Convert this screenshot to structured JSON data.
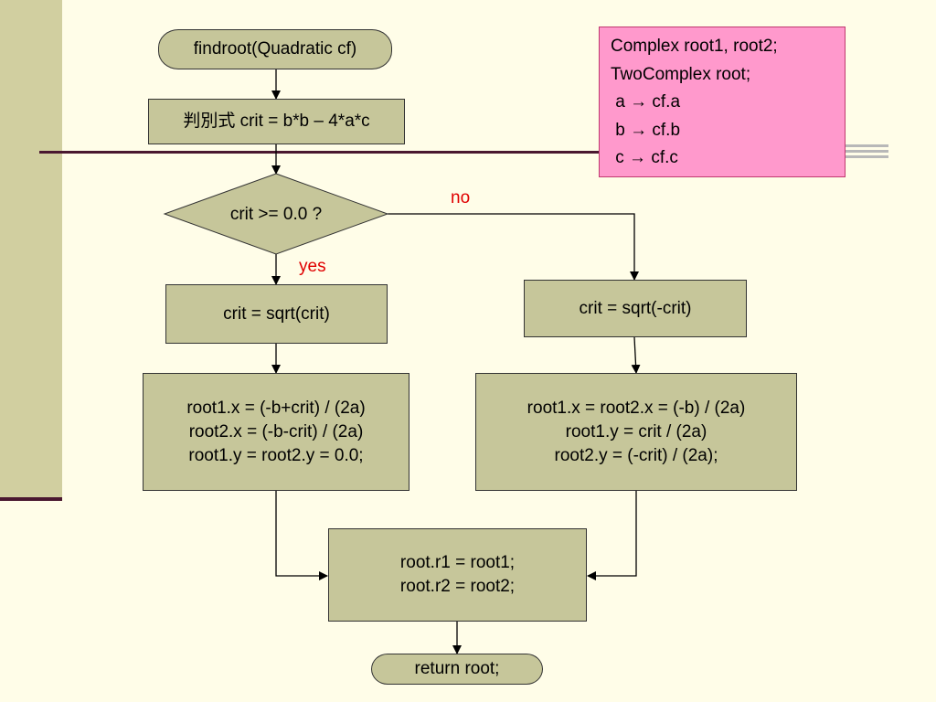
{
  "flowchart": {
    "start": "findroot(Quadratic cf)",
    "discriminant": "判別式 crit = b*b – 4*a*c",
    "decision": "crit >= 0.0 ?",
    "label_no": "no",
    "label_yes": "yes",
    "real_branch": {
      "sqrt": "crit = sqrt(crit)",
      "assign": [
        "root1.x = (-b+crit) / (2a)",
        "root2.x = (-b-crit) / (2a)",
        "root1.y = root2.y = 0.0;"
      ]
    },
    "complex_branch": {
      "sqrt": "crit = sqrt(-crit)",
      "assign": [
        "root1.x = root2.x = (-b) / (2a)",
        "root1.y = crit / (2a)",
        "root2.y = (-crit) / (2a);"
      ]
    },
    "merge": [
      "root.r1 = root1;",
      "root.r2 = root2;"
    ],
    "end": "return root;"
  },
  "note": {
    "lines": [
      "Complex root1, root2;",
      "TwoComplex root;",
      " a → cf.a",
      " b → cf.b",
      " c → cf.c"
    ]
  },
  "colors": {
    "background": "#FFFDE8",
    "box_fill": "#C6C69A",
    "note_fill": "#FF99CC",
    "branch_label": "#E00000",
    "rule": "#4A1830",
    "sidebar": "#D1CFA0"
  }
}
